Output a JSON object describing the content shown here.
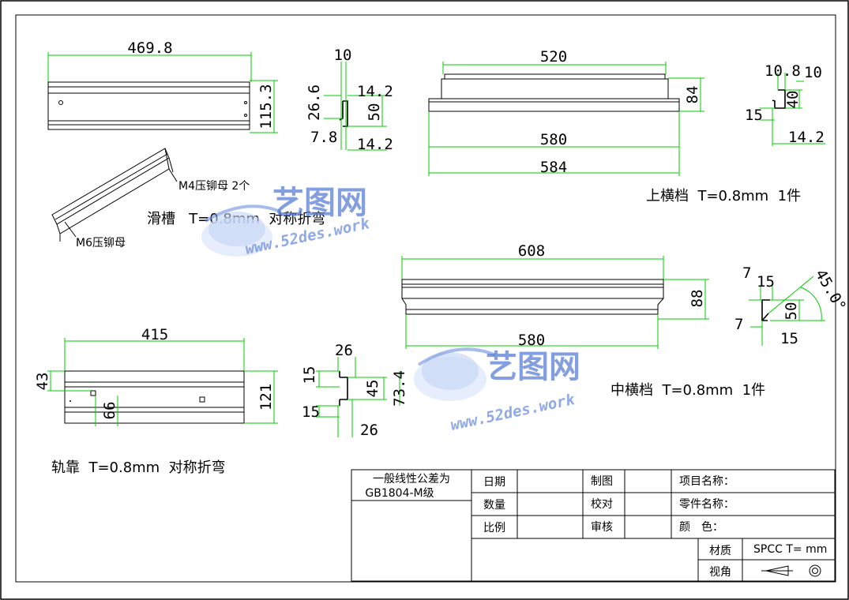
{
  "views": {
    "slot_rail": {
      "dims": {
        "length": "469.8",
        "height": "115.3"
      },
      "section_dims": {
        "d1": "10",
        "d2": "26.6",
        "d3": "14.2",
        "d4": "50",
        "d5": "7.8",
        "d6": "14.2"
      },
      "callouts": {
        "m4": "M4压铆母 2个",
        "m6": "M6压铆母"
      },
      "caption": "滑槽   T=0.8mm  对称折弯"
    },
    "upper_bar": {
      "dims": {
        "top": "520",
        "height": "84",
        "mid": "580",
        "bottom": "584"
      },
      "section_dims": {
        "d1": "10.8",
        "d2": "10",
        "d3": "40",
        "d4": "15",
        "d5": "14.2"
      },
      "caption": "上横档  T=0.8mm  1件"
    },
    "middle_bar": {
      "dims": {
        "top": "608",
        "height": "88",
        "bottom": "580"
      },
      "section_dims": {
        "d1": "7",
        "d2": "15",
        "d3": "45.0°",
        "d4": "50",
        "d5": "7",
        "d6": "15"
      },
      "caption": "中横档  T=0.8mm  1件"
    },
    "track_rest": {
      "dims": {
        "length": "415",
        "left": "43",
        "height": "121",
        "hole": "66"
      },
      "section_dims": {
        "d1": "26",
        "d2": "15",
        "d3": "45",
        "d4": "73.4",
        "d5": "15",
        "d6": "26"
      },
      "caption": "轨靠  T=0.8mm  对称折弯"
    }
  },
  "watermark": {
    "brand": "艺图网",
    "url": "www.52des.work"
  },
  "title_block": {
    "tolerance_line1": "一般线性公差为",
    "tolerance_line2": "GB1804-M级",
    "date_label": "日期",
    "drafter_label": "制图",
    "project_label": "项目名称：",
    "quantity_label": "数量",
    "checker_label": "校对",
    "part_label": "零件名称：",
    "scale_label": "比例",
    "reviewer_label": "审核",
    "color_label": "颜　色：",
    "material_label": "材质",
    "material_value": "SPCC T= mm",
    "view_label": "视角"
  }
}
